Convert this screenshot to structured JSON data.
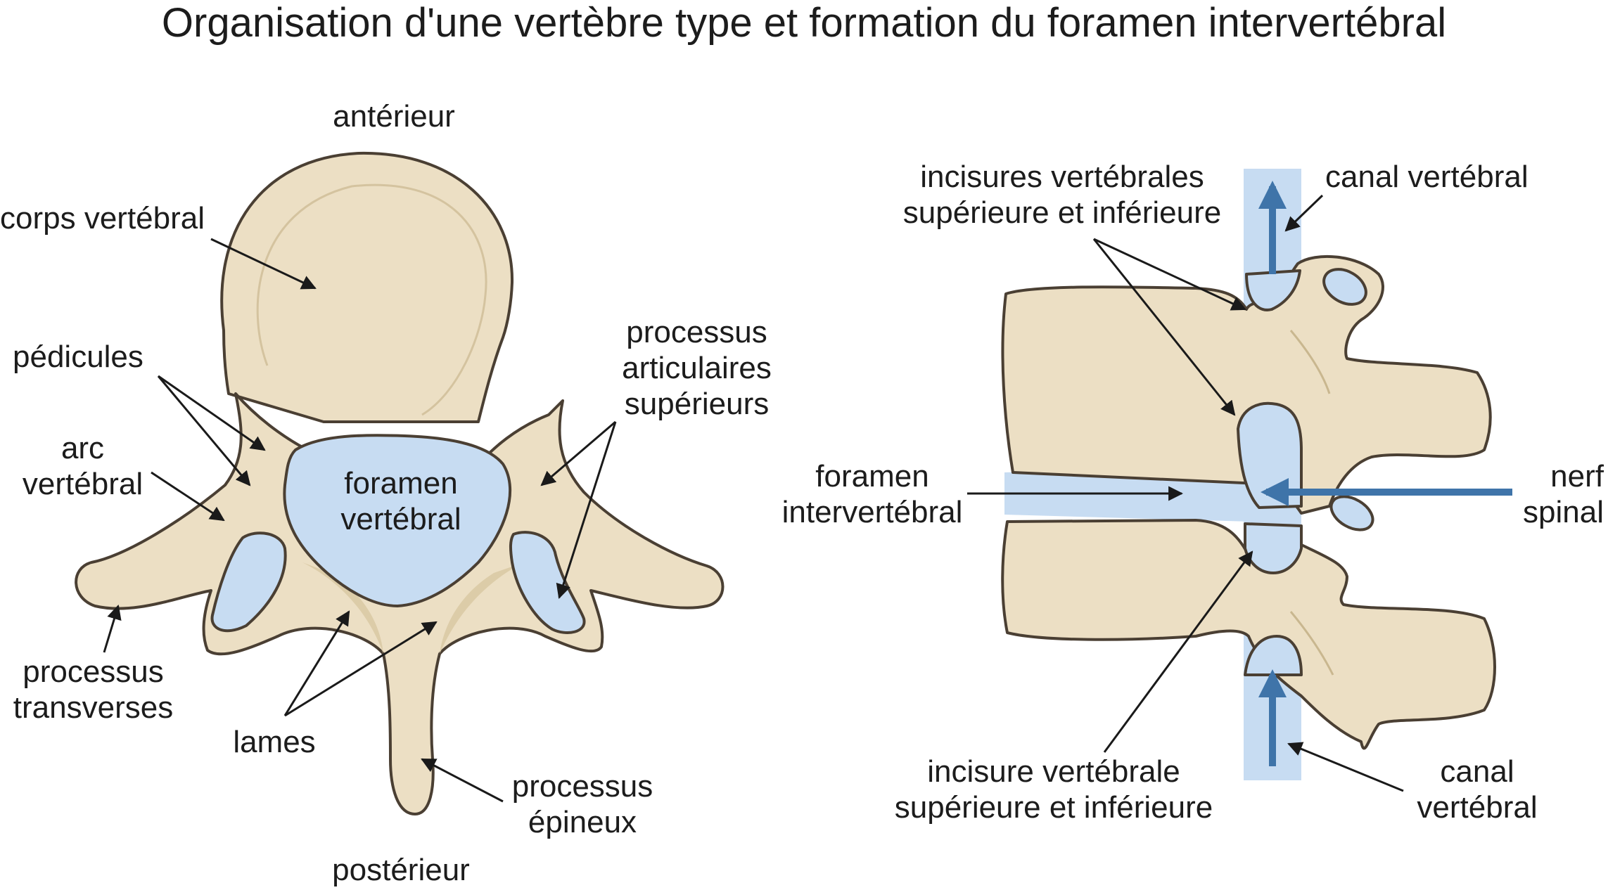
{
  "title": "Organisation d'une vertèbre type et formation du foramen intervertébral",
  "left": {
    "anterieur": "antérieur",
    "posterieur": "postérieur",
    "corps": "corps vertébral",
    "pedicules": "pédicules",
    "arc": [
      "arc",
      "vertébral"
    ],
    "transverses": [
      "processus",
      "transverses"
    ],
    "lames": "lames",
    "epineux": [
      "processus",
      "épineux"
    ],
    "articulaires": [
      "processus",
      "articulaires",
      "supérieurs"
    ],
    "foramen": [
      "foramen",
      "vertébral"
    ]
  },
  "right": {
    "incisures_top": [
      "incisures vertébrales",
      "supérieure et inférieure"
    ],
    "canal_top": "canal vertébral",
    "foramen": [
      "foramen",
      "intervertébral"
    ],
    "nerf": [
      "nerf",
      "spinal"
    ],
    "incisures_bottom": [
      "incisure vertébrale",
      "supérieure et inférieure"
    ],
    "canal_bottom": [
      "canal",
      "vertébral"
    ]
  },
  "colors": {
    "bone": "#ecdfc4",
    "bone_shade": "#dccca8",
    "outline": "#4a3f33",
    "canal": "#c7dcf2",
    "arrow_blue": "#3f74a9",
    "pointer": "#1a1a1a"
  }
}
